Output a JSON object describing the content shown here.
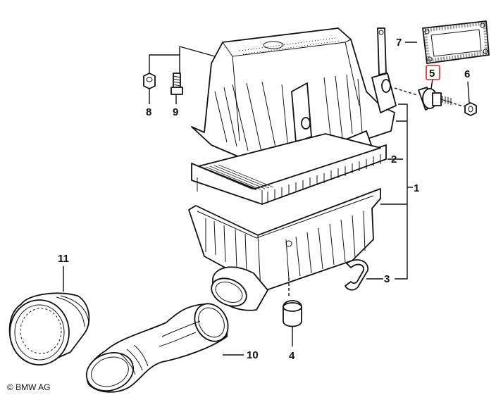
{
  "callouts": {
    "c1": "1",
    "c2": "2",
    "c3": "3",
    "c4": "4",
    "c5": "5",
    "c6": "6",
    "c7": "7",
    "c8": "8",
    "c9": "9",
    "c10": "10",
    "c11": "11"
  },
  "highlighted_callout": "5",
  "highlight_color": "#e0201c",
  "copyright": "© BMW AG"
}
